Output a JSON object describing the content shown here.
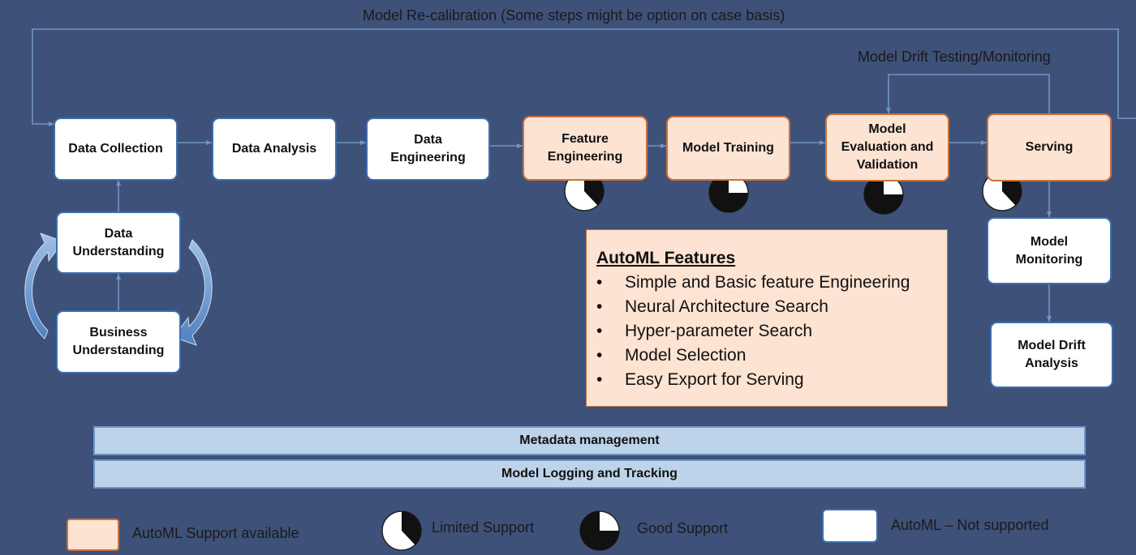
{
  "top_labels": {
    "recalibration": "Model Re-calibration (Some steps might be option on case basis)",
    "drift_testing": "Model Drift Testing/Monitoring"
  },
  "pipeline": {
    "data_collection": "Data Collection",
    "data_analysis": "Data Analysis",
    "data_engineering": "Data Engineering",
    "feature_engineering": "Feature Engineering",
    "model_training": "Model Training",
    "model_evaluation": "Model Evaluation and Validation",
    "serving": "Serving"
  },
  "understanding": {
    "data_understanding": "Data Understanding",
    "business_understanding": "Business Understanding"
  },
  "monitoring": {
    "model_monitoring": "Model Monitoring",
    "model_drift_analysis": "Model Drift Analysis"
  },
  "support_levels": {
    "feature_engineering": "limited",
    "model_training": "good",
    "model_evaluation": "good",
    "serving": "limited"
  },
  "automl_features": {
    "title": "AutoML Features",
    "bullet": "•",
    "items": [
      "Simple and Basic feature Engineering",
      "Neural Architecture Search",
      "Hyper-parameter Search",
      "Model Selection",
      "Easy Export for Serving"
    ]
  },
  "bars": {
    "metadata": "Metadata management",
    "logging": "Model Logging and Tracking"
  },
  "legend": {
    "automl_available": "AutoML Support available",
    "limited": "Limited Support",
    "good": "Good Support",
    "not_supported": "AutoML – Not supported"
  },
  "colors": {
    "background": "#3e5179",
    "automl_box_fill": "#fce3d2",
    "automl_box_border": "#c9733e",
    "plain_box_fill": "#ffffff",
    "plain_box_border": "#3b6fb0",
    "bar_fill": "#bdd3ea",
    "connector": "#6f96c6"
  }
}
